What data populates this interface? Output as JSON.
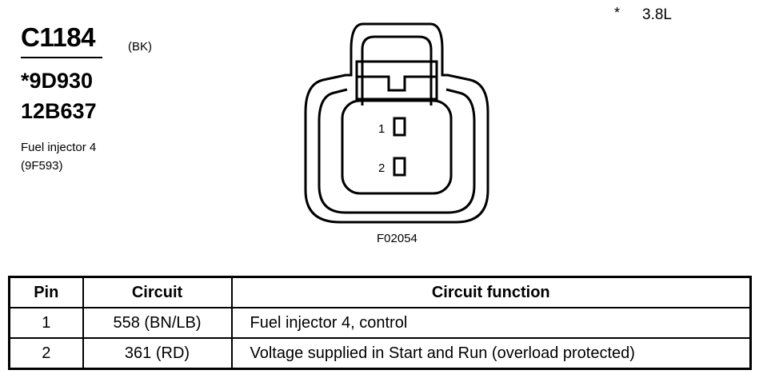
{
  "connector": {
    "id": "C1184",
    "color": "(BK)",
    "alt_part_1": "*9D930",
    "alt_part_2": "12B637",
    "component_name": "Fuel injector 4",
    "component_code": "(9F593)"
  },
  "footnote": {
    "mark": "*",
    "text": "3.8L"
  },
  "figure": {
    "id": "F02054",
    "pin_label_1": "1",
    "pin_label_2": "2"
  },
  "table": {
    "headers": [
      "Pin",
      "Circuit",
      "Circuit function"
    ],
    "rows": [
      [
        "1",
        "558 (BN/LB)",
        "Fuel injector 4, control"
      ],
      [
        "2",
        "361 (RD)",
        "Voltage supplied in Start and Run (overload protected)"
      ]
    ]
  }
}
